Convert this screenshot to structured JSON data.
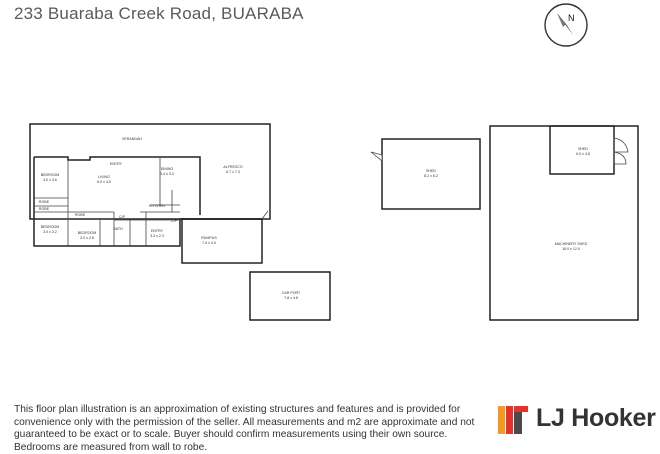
{
  "header": {
    "title": "233 Buaraba Creek Road, BUARABA",
    "compass_icon": "north-arrow-icon",
    "compass_letter": "N"
  },
  "plan": {
    "house": {
      "verandah": "VERANDAH",
      "entry": "ENTRY",
      "alfresco": {
        "name": "ALFRESCO",
        "size": "6.7 x 7.3"
      },
      "dining": {
        "name": "DINING",
        "size": "3.4 x 3.3"
      },
      "living": {
        "name": "LIVING",
        "size": "6.0 x 4.0"
      },
      "bedroom1": {
        "name": "BEDROOM",
        "size": "4.0 x 3.6"
      },
      "bedroom2": {
        "name": "BEDROOM",
        "size": "3.0 x 3.2"
      },
      "bedroom3": {
        "name": "BEDROOM",
        "size": "3.0 x 2.8"
      },
      "robe1": "ROBE",
      "robe2": "ROBE",
      "robe3": "ROBE",
      "kitchen": "KITCHEN",
      "bath": "BATH",
      "cupboard1": "C/P",
      "cupboard2": "C/P",
      "entry2": {
        "name": "ENTRY",
        "size": "3.3 x 2.3"
      },
      "rumpus": {
        "name": "RUMPUS",
        "size": "7.0 x 4.0"
      }
    },
    "carport": {
      "name": "CAR PORT",
      "size": "7.8 x 4.8"
    },
    "shed": {
      "name": "SHED",
      "size": "8.2 x 6.2"
    },
    "machinery_shed": {
      "name": "MACHINERY SHED",
      "size": "18.0 x 12.0"
    },
    "small_shed": {
      "name": "SHED",
      "size": "6.0 x 4.8"
    }
  },
  "footer": {
    "disclaimer": "This floor plan illustration is an approximation of existing structures and features and is provided for convenience only with the permission of the seller. All measurements and m2 are approximate and not guaranteed to be exact or to scale. Buyer should confirm measurements using their own source. Bedrooms are measured from wall to robe.",
    "brand_name": "LJ Hooker",
    "brand_logo_icon": "lj-hooker-logo-icon",
    "colors": {
      "logo_orange": "#f39a1e",
      "logo_red": "#e5322d",
      "logo_gray": "#4a4a4a"
    }
  }
}
